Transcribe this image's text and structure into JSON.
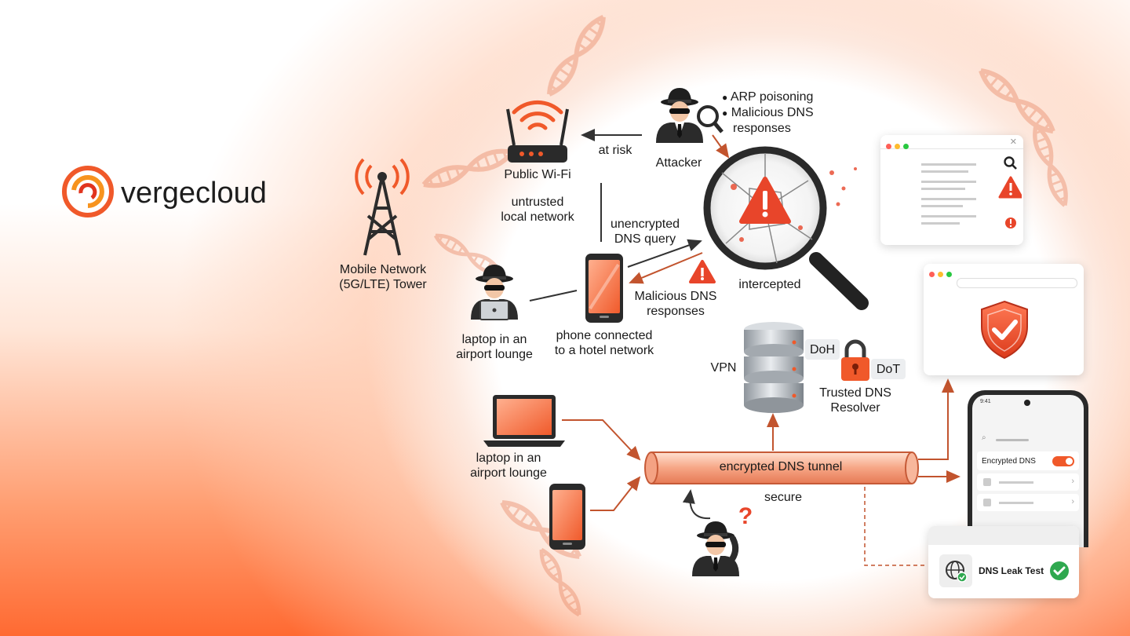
{
  "brand": {
    "name": "vergecloud",
    "accent": "#f0592a"
  },
  "colors": {
    "accent": "#f0592a",
    "dark": "#2a2a2a",
    "success": "#2fa84f",
    "warning": "#e8452a"
  },
  "labels": {
    "mobile_tower": [
      "Mobile Network",
      "(5G/LTE) Tower"
    ],
    "public_wifi": "Public Wi-Fi",
    "untrusted": [
      "untrusted",
      "local network"
    ],
    "at_risk": "at risk",
    "attacker": "Attacker",
    "attack_points": [
      "ARP poisoning",
      "Malicious DNS",
      "responses"
    ],
    "unencrypted": [
      "unencrypted",
      "DNS query"
    ],
    "intercepted": "intercepted",
    "malicious": [
      "Malicious DNS",
      "responses"
    ],
    "laptop_top": [
      "laptop in an",
      "airport lounge"
    ],
    "phone_hotel": [
      "phone connected",
      "to a hotel network"
    ],
    "vpn": "VPN",
    "doh": "DoH",
    "dot": "DoT",
    "trusted": [
      "Trusted DNS",
      "Resolver"
    ],
    "laptop_bottom": [
      "laptop in an",
      "airport lounge"
    ],
    "tunnel": "encrypted DNS tunnel",
    "secure": "secure",
    "question": "?"
  },
  "phone_ui": {
    "time": "9:41",
    "toggle_label": "Encrypted DNS",
    "toggle_on": true
  },
  "leak_test": {
    "label": "DNS Leak Test"
  },
  "icons": [
    "cell-tower-icon",
    "wifi-router-icon",
    "spy-icon",
    "magnifier-icon",
    "warning-icon",
    "phone-icon",
    "laptop-icon",
    "server-stack-icon",
    "padlock-icon",
    "shield-check-icon",
    "globe-icon",
    "check-circle-icon",
    "search-icon",
    "dna-icon"
  ]
}
